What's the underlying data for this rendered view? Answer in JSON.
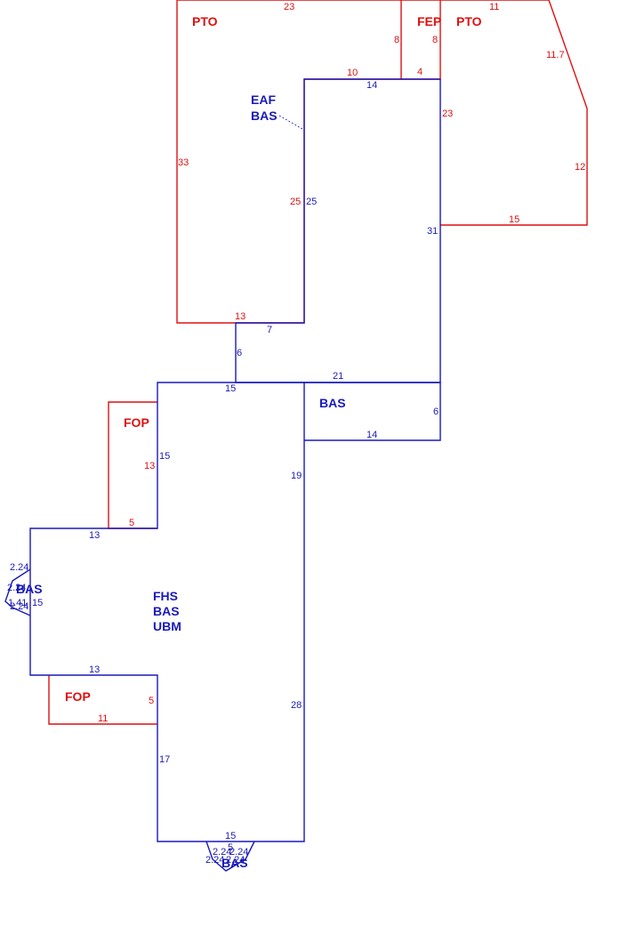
{
  "colors": {
    "red": "#dd1111",
    "blue": "#1a1ab8"
  },
  "labels": {
    "pto_left": "PTO",
    "fep": "FEP",
    "pto_right": "PTO",
    "eaf": "EAF",
    "bas_top": "BAS",
    "bas_mid": "BAS",
    "fop_upper": "FOP",
    "fhs": "FHS",
    "bas_main": "BAS",
    "ubm": "UBM",
    "bas_left": "BAS",
    "fop_lower": "FOP",
    "bas_bottom": "BAS"
  },
  "dims": {
    "pto_top": "23",
    "pto_left_side": "33",
    "pto_fep_8": "8",
    "fep_8": "8",
    "fep_4": "4",
    "pto_10": "10",
    "pto_25": "25",
    "pto_13": "13",
    "pto_right_11": "11",
    "pto_right_11_7": "11.7",
    "pto_right_23": "23",
    "pto_right_12": "12",
    "pto_right_15": "15",
    "bas_14_top": "14",
    "bas_25": "25",
    "bas_31": "31",
    "bas_7": "7",
    "bas_6_stem": "6",
    "bas_21": "21",
    "bas_15_top": "15",
    "bas_mid_6": "6",
    "bas_mid_14": "14",
    "fop_13": "13",
    "bas_15_side": "15",
    "fop_5": "5",
    "bas_19": "19",
    "bas_13_upper": "13",
    "bay_2_24_a": "2.24",
    "bay_2_24_b": "2.24",
    "bay_1_41": "1.41",
    "bay_2_24_c": "2.24",
    "bay_15": "15",
    "bas_13_lower": "13",
    "fop_lower_5": "5",
    "fop_lower_11": "11",
    "bas_28": "28",
    "bas_17": "17",
    "bas_15_bottom": "15",
    "bay_b_5": "5",
    "bay_b_2_24_a": "2.24",
    "bay_b_2_24_b": "2.24",
    "bay_b_2_24_c": "2.24",
    "bay_b_2_24_d": "2.24"
  }
}
